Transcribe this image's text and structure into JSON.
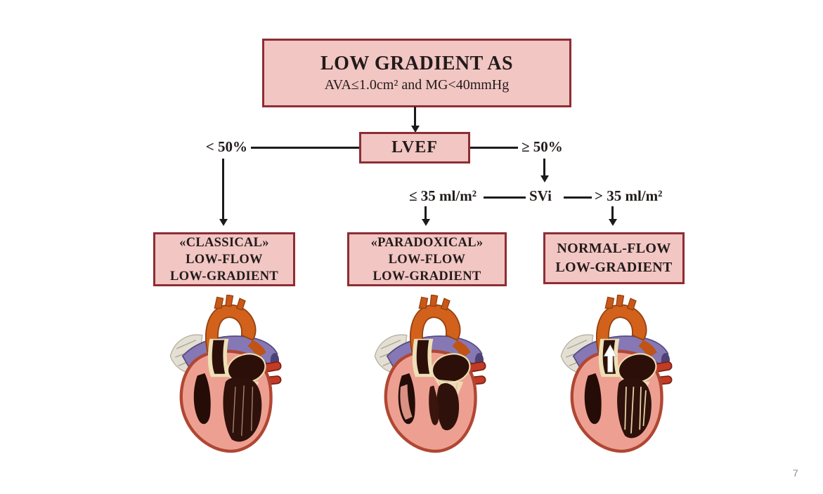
{
  "slide": {
    "page_number": "7"
  },
  "colors": {
    "box_fill": "#f2c6c3",
    "box_border": "#8e2d34",
    "line_color": "#1b1b1b"
  },
  "flow": {
    "root_box": {
      "title": "LOW GRADIENT AS",
      "criteria": "AVA≤1.0cm² and MG<40mmHg"
    },
    "lvef_box": {
      "label": "LVEF",
      "left_branch_label": "< 50%",
      "right_branch_label": "≥ 50%"
    },
    "svi_node": {
      "label": "SVi",
      "left_branch_label": "≤ 35 ml/m²",
      "right_branch_label": "> 35 ml/m²"
    },
    "outcome_boxes": [
      {
        "line1": "«CLASSICAL»",
        "line2": "LOW-FLOW",
        "line3": "LOW-GRADIENT"
      },
      {
        "line1": "«PARADOXICAL»",
        "line2": "LOW-FLOW",
        "line3": "LOW-GRADIENT"
      },
      {
        "line1": "NORMAL-FLOW",
        "line2": "LOW-GRADIENT",
        "line3": ""
      }
    ],
    "heart_icons": [
      {
        "name": "dilated-left-ventricle-heart-icon"
      },
      {
        "name": "hypertrophied-left-ventricle-heart-icon"
      },
      {
        "name": "normal-flow-heart-up-arrow-icon"
      }
    ]
  }
}
